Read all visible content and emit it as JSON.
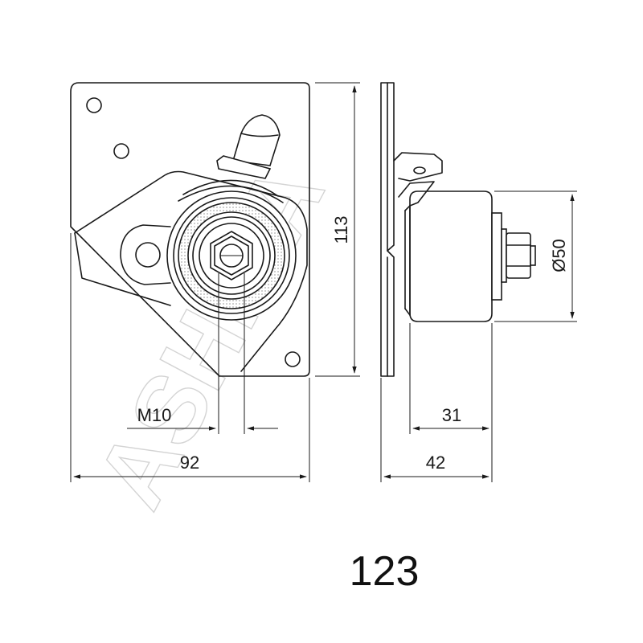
{
  "dimensions": {
    "height": "113",
    "width": "92",
    "thread": "M10",
    "diameter": "Ø50",
    "depth_total": "42",
    "depth_pulley": "31"
  },
  "part_number": "123",
  "watermark": "ASHIKA",
  "colors": {
    "line": "#1a1a1a",
    "background": "#ffffff",
    "watermark": "#d4d4d4"
  }
}
